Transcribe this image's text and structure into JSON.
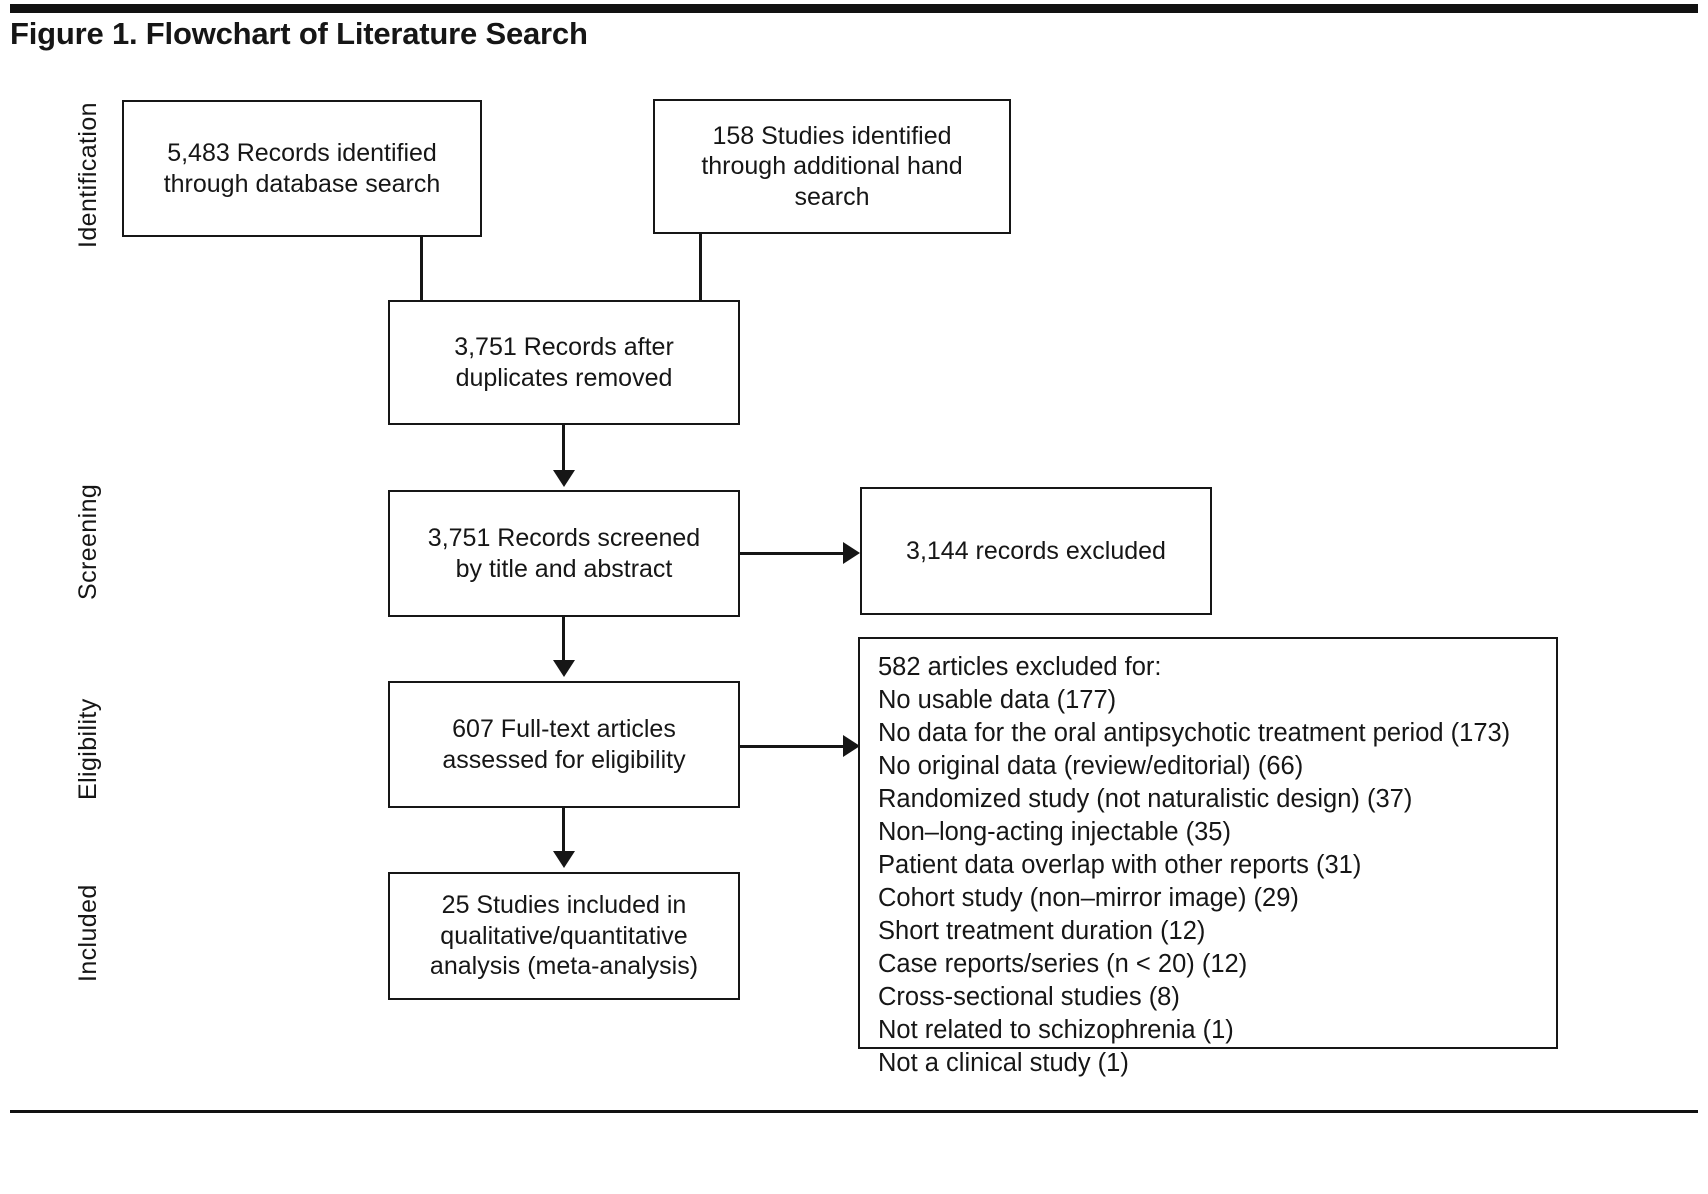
{
  "figure": {
    "title": "Figure 1. Flowchart of Literature Search"
  },
  "stages": [
    {
      "id": "identification",
      "label": "Identification"
    },
    {
      "id": "screening",
      "label": "Screening"
    },
    {
      "id": "eligibility",
      "label": "Eligibility"
    },
    {
      "id": "included",
      "label": "Included"
    }
  ],
  "boxes": {
    "database_search": "5,483 Records identified\nthrough database search",
    "hand_search": "158 Studies identified\nthrough additional hand\nsearch",
    "duplicates_removed": "3,751 Records after\nduplicates removed",
    "records_screened": "3,751 Records screened\nby title and abstract",
    "records_excluded": "3,144 records excluded",
    "fulltext_assessed": "607 Full-text articles\nassessed for eligibility",
    "studies_included": "25 Studies included in\nqualitative/quantitative\nanalysis (meta-analysis)"
  },
  "exclusions": {
    "heading": "582 articles excluded for:",
    "reasons": [
      "No usable data (177)",
      "No data for the oral antipsychotic treatment period (173)",
      "No original data (review/editorial) (66)",
      "Randomized study (not naturalistic design) (37)",
      "Non–long-acting injectable (35)",
      "Patient data overlap with other reports (31)",
      "Cohort study (non–mirror image) (29)",
      "Short treatment duration (12)",
      "Case reports/series (n < 20) (12)",
      "Cross-sectional studies (8)",
      "Not related to schizophrenia (1)",
      "Not a clinical study (1)"
    ]
  },
  "colors": {
    "ink": "#161616",
    "paper": "#ffffff"
  },
  "chart_data": {
    "type": "diagram",
    "title": "Figure 1. Flowchart of Literature Search",
    "nodes": [
      {
        "id": "database_search",
        "stage": "Identification",
        "value": 5483,
        "label": "5,483 Records identified through database search"
      },
      {
        "id": "hand_search",
        "stage": "Identification",
        "value": 158,
        "label": "158 Studies identified through additional hand search"
      },
      {
        "id": "duplicates_removed",
        "stage": "Screening",
        "value": 3751,
        "label": "3,751 Records after duplicates removed"
      },
      {
        "id": "records_screened",
        "stage": "Screening",
        "value": 3751,
        "label": "3,751 Records screened by title and abstract"
      },
      {
        "id": "records_excluded",
        "stage": "Screening",
        "value": 3144,
        "label": "3,144 records excluded"
      },
      {
        "id": "fulltext_assessed",
        "stage": "Eligibility",
        "value": 607,
        "label": "607 Full-text articles assessed for eligibility"
      },
      {
        "id": "articles_excluded",
        "stage": "Eligibility",
        "value": 582,
        "label": "582 articles excluded for:"
      },
      {
        "id": "studies_included",
        "stage": "Included",
        "value": 25,
        "label": "25 Studies included in qualitative/quantitative analysis (meta-analysis)"
      }
    ],
    "exclusion_breakdown": [
      {
        "reason": "No usable data",
        "count": 177
      },
      {
        "reason": "No data for the oral antipsychotic treatment period",
        "count": 173
      },
      {
        "reason": "No original data (review/editorial)",
        "count": 66
      },
      {
        "reason": "Randomized study (not naturalistic design)",
        "count": 37
      },
      {
        "reason": "Non–long-acting injectable",
        "count": 35
      },
      {
        "reason": "Patient data overlap with other reports",
        "count": 31
      },
      {
        "reason": "Cohort study (non–mirror image)",
        "count": 29
      },
      {
        "reason": "Short treatment duration",
        "count": 12
      },
      {
        "reason": "Case reports/series (n < 20)",
        "count": 12
      },
      {
        "reason": "Cross-sectional studies",
        "count": 8
      },
      {
        "reason": "Not related to schizophrenia",
        "count": 1
      },
      {
        "reason": "Not a clinical study",
        "count": 1
      }
    ],
    "edges": [
      {
        "from": "database_search",
        "to": "duplicates_removed"
      },
      {
        "from": "hand_search",
        "to": "duplicates_removed"
      },
      {
        "from": "duplicates_removed",
        "to": "records_screened"
      },
      {
        "from": "records_screened",
        "to": "records_excluded"
      },
      {
        "from": "records_screened",
        "to": "fulltext_assessed"
      },
      {
        "from": "fulltext_assessed",
        "to": "articles_excluded"
      },
      {
        "from": "fulltext_assessed",
        "to": "studies_included"
      }
    ]
  }
}
